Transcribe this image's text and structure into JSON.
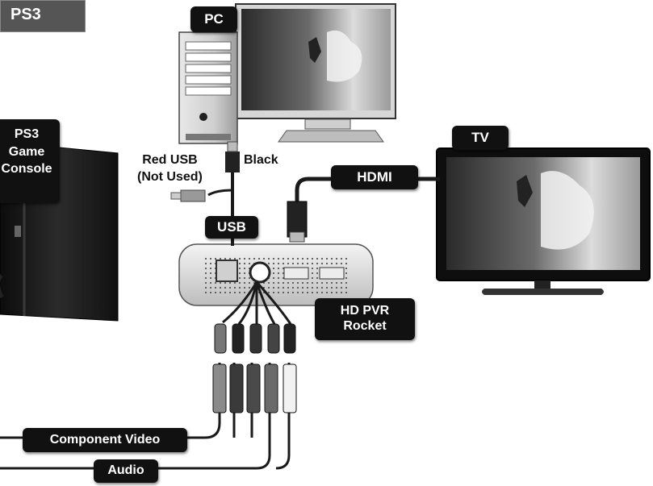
{
  "header": {
    "title": "PS3"
  },
  "labels": {
    "pc": "PC",
    "tv": "TV",
    "ps3_console": [
      "PS3",
      "Game",
      "Console"
    ],
    "red_usb": [
      "Red USB",
      "(Not Used)"
    ],
    "black": "Black",
    "hdmi": "HDMI",
    "usb": "USB",
    "hd_pvr": [
      "HD PVR",
      "Rocket"
    ],
    "component_video": "Component Video",
    "audio": "Audio"
  },
  "colors": {
    "label_bg": "#111111",
    "label_text": "#ffffff",
    "header_bg": "#555555",
    "cable": "#1a1a1a"
  }
}
